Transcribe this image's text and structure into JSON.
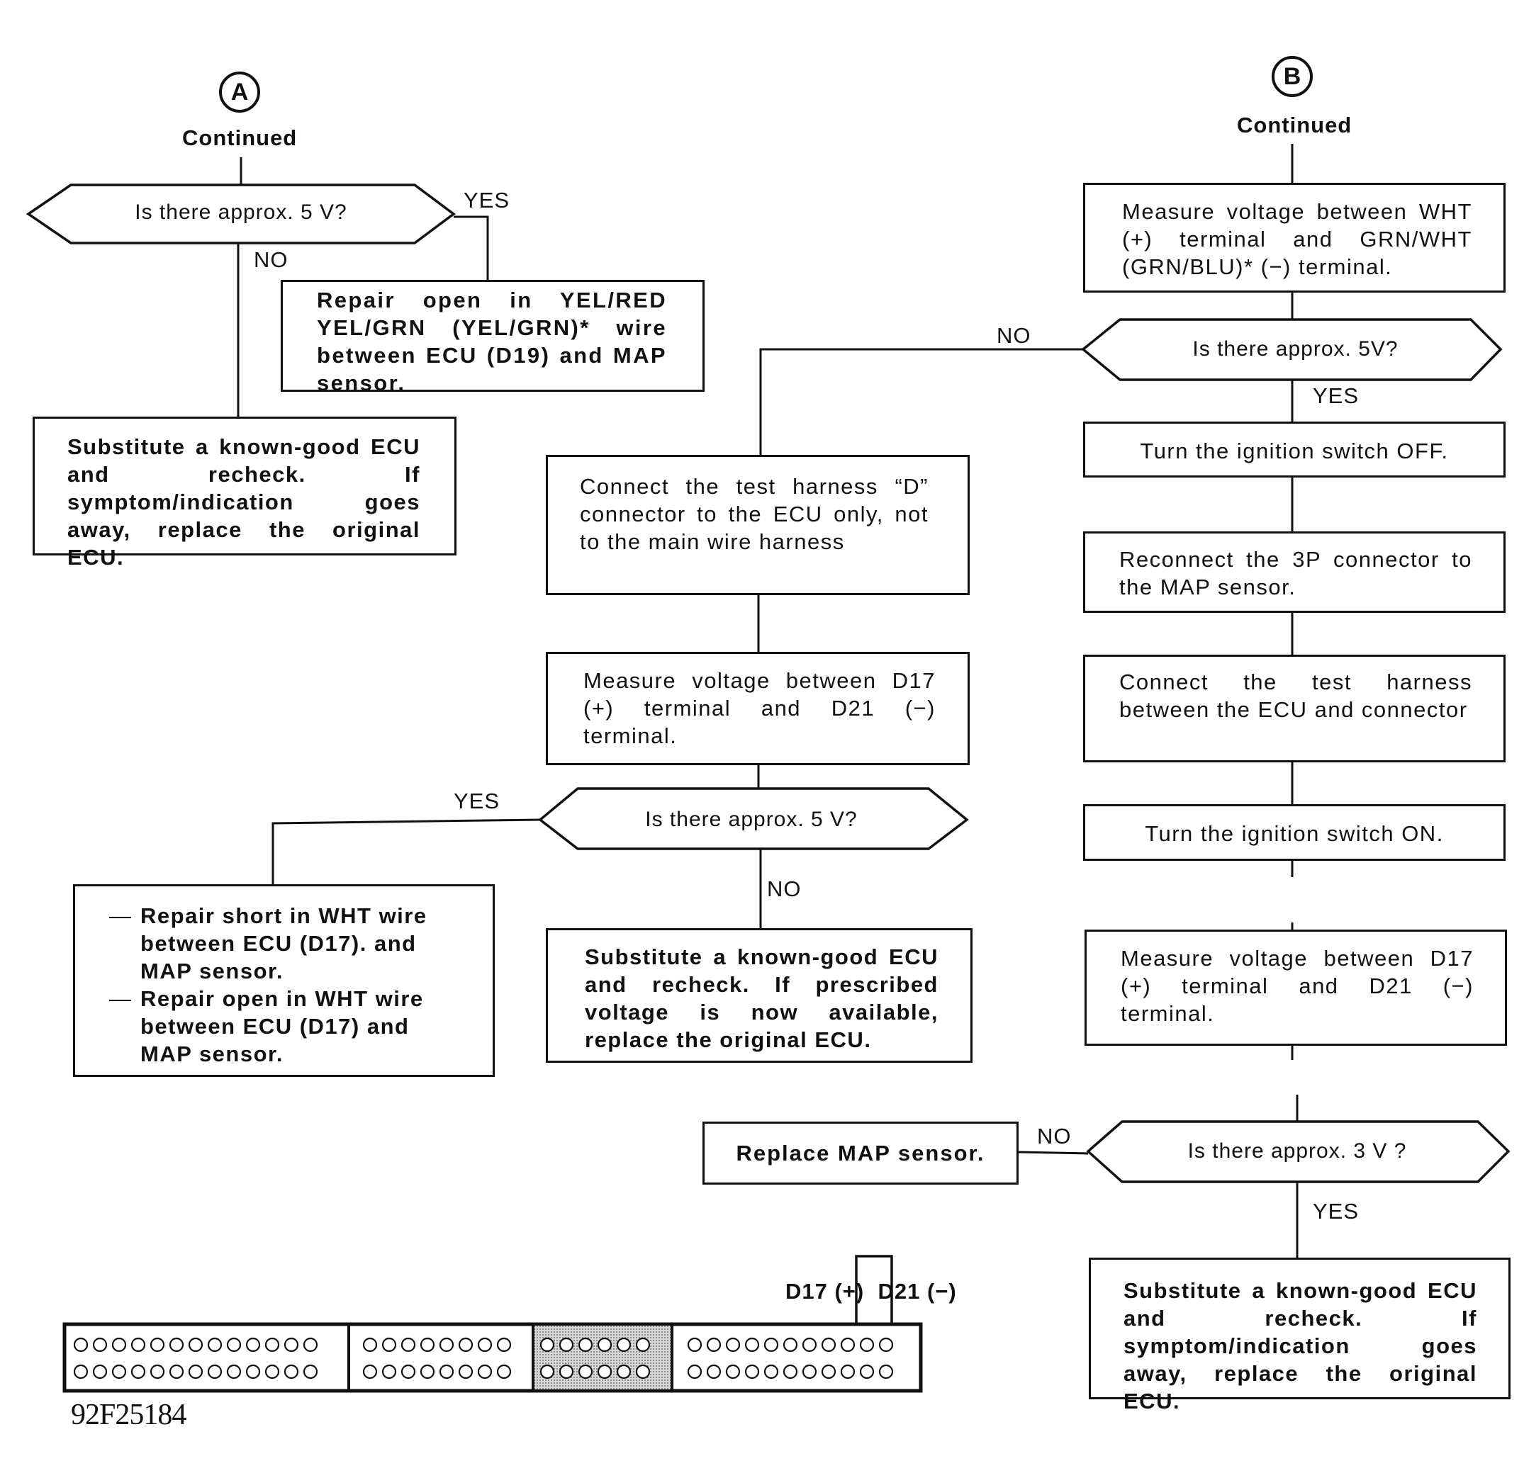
{
  "left_column": {
    "marker": "A",
    "continued": "Continued",
    "decision": "Is there approx. 5 V?",
    "yes": "YES",
    "no": "NO",
    "repair_open": "Repair open in YEL/RED YEL/GRN (YEL/GRN)* wire between ECU (D19) and MAP sensor.",
    "substitute": "Substitute a known-good ECU and recheck. If symptom/indication goes away, replace the original ECU."
  },
  "middle_column": {
    "no_from_b": "NO",
    "connect_d": "Connect the test harness “D” connector to the ECU only, not to the main wire harness",
    "measure": "Measure voltage between D17 (+) terminal and D21 (−) terminal.",
    "decision": "Is there approx. 5 V?",
    "yes": "YES",
    "no": "NO",
    "repairs": [
      "Repair short in WHT wire between ECU (D17). and MAP sensor.",
      "Repair open in WHT wire between ECU (D17) and MAP sensor."
    ],
    "substitute": "Substitute a known-good ECU and recheck. If prescribed voltage is now available, replace the original ECU."
  },
  "right_column": {
    "marker": "B",
    "continued": "Continued",
    "measure_wht": "Measure voltage between WHT (+) terminal and GRN/WHT (GRN/BLU)* (−) terminal.",
    "decision_5v": "Is there approx. 5V?",
    "yes_1": "YES",
    "ignition_off": "Turn the ignition switch OFF.",
    "reconnect": "Reconnect the 3P connector to the MAP sensor.",
    "connect_harness": "Connect the test harness between the ECU and connector",
    "ignition_on": "Turn the ignition switch ON.",
    "measure_d17": "Measure voltage between D17 (+) terminal and D21 (−) terminal.",
    "decision_3v": "Is there approx. 3 V ?",
    "no_2": "NO",
    "yes_2": "YES",
    "replace_map": "Replace MAP sensor.",
    "substitute": "Substitute a known-good ECU and recheck. If symptom/indication goes away, replace the original ECU."
  },
  "connector": {
    "probe_label": "D17 (+)  D21 (−)"
  },
  "figure_ref": "92F25184"
}
